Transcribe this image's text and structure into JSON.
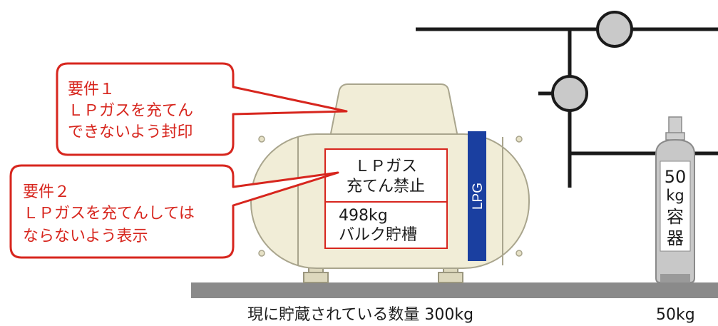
{
  "callouts": {
    "req1": {
      "title": "要件１",
      "line1": "ＬＰガスを充てん",
      "line2": "できないよう封印"
    },
    "req2": {
      "title": "要件２",
      "line1": "ＬＰガスを充てんしては",
      "line2": "ならないよう表示"
    }
  },
  "tank": {
    "sign_line1": "ＬＰガス",
    "sign_line2": "充てん禁止",
    "capacity": "498kg",
    "type": "バルク貯槽",
    "band_label": "LPG"
  },
  "cylinder": {
    "size": "50",
    "unit": "kg",
    "word1": "容",
    "word2": "器"
  },
  "captions": {
    "stored": "現に貯蔵されている数量 300kg",
    "cylinder": "50kg"
  },
  "colors": {
    "callout_red": "#d7261e",
    "tank_cream": "#f1edd7",
    "band_blue": "#1a3fa0",
    "cylinder_gray": "#c8c8c8"
  }
}
